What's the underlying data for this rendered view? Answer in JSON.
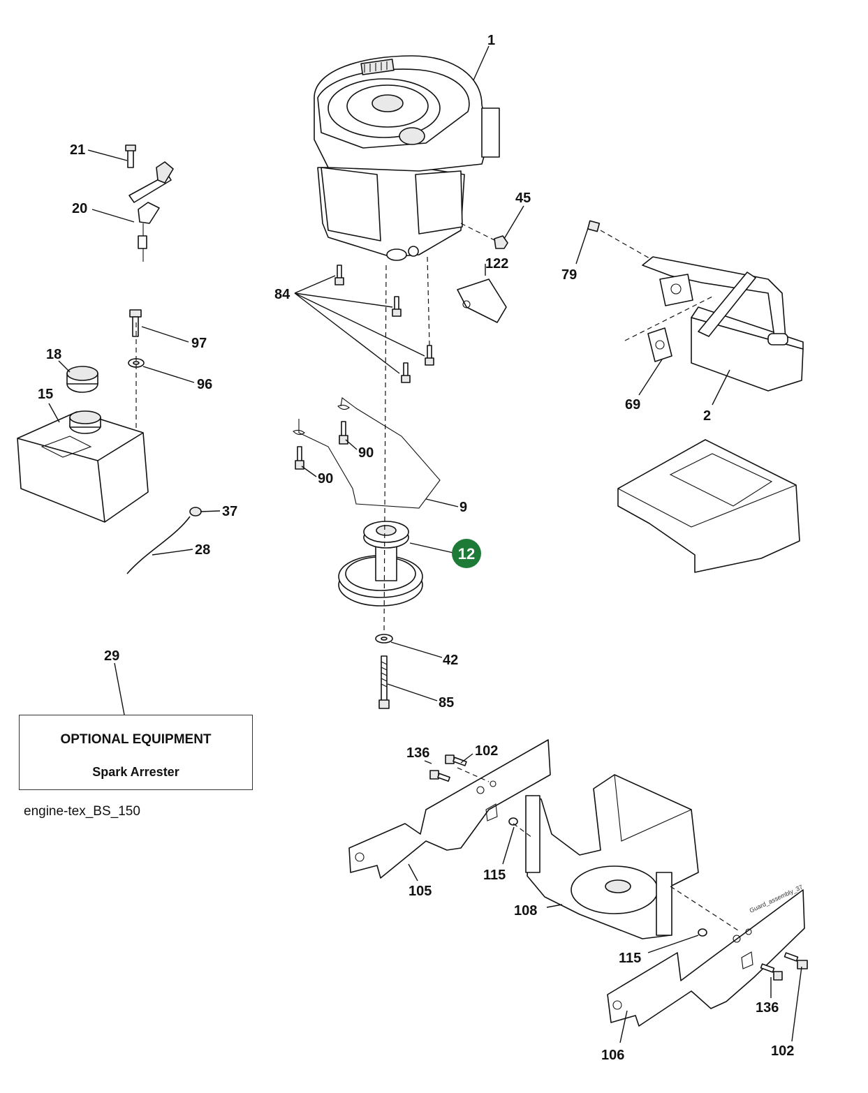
{
  "callouts": [
    {
      "id": "c1",
      "label": "1"
    },
    {
      "id": "c2",
      "label": "2"
    },
    {
      "id": "c9",
      "label": "9"
    },
    {
      "id": "c12",
      "label": "12",
      "highlighted": true
    },
    {
      "id": "c15",
      "label": "15"
    },
    {
      "id": "c18",
      "label": "18"
    },
    {
      "id": "c20",
      "label": "20"
    },
    {
      "id": "c21",
      "label": "21"
    },
    {
      "id": "c28",
      "label": "28"
    },
    {
      "id": "c29",
      "label": "29"
    },
    {
      "id": "c37",
      "label": "37"
    },
    {
      "id": "c42",
      "label": "42"
    },
    {
      "id": "c45",
      "label": "45"
    },
    {
      "id": "c69",
      "label": "69"
    },
    {
      "id": "c79",
      "label": "79"
    },
    {
      "id": "c84",
      "label": "84"
    },
    {
      "id": "c85",
      "label": "85"
    },
    {
      "id": "c90a",
      "label": "90"
    },
    {
      "id": "c90b",
      "label": "90"
    },
    {
      "id": "c96",
      "label": "96"
    },
    {
      "id": "c97",
      "label": "97"
    },
    {
      "id": "c102a",
      "label": "102"
    },
    {
      "id": "c102b",
      "label": "102"
    },
    {
      "id": "c105",
      "label": "105"
    },
    {
      "id": "c106",
      "label": "106"
    },
    {
      "id": "c108",
      "label": "108"
    },
    {
      "id": "c115a",
      "label": "115"
    },
    {
      "id": "c115b",
      "label": "115"
    },
    {
      "id": "c122",
      "label": "122"
    },
    {
      "id": "c136a",
      "label": "136"
    },
    {
      "id": "c136b",
      "label": "136"
    }
  ],
  "optional_equipment": {
    "title": "OPTIONAL EQUIPMENT",
    "item": "Spark Arrester"
  },
  "diagram_code": "engine-tex_BS_150",
  "guard_code": "Guard_assembly_37",
  "colors": {
    "highlight": "#1e7a37",
    "line": "#111111",
    "background": "#ffffff"
  }
}
